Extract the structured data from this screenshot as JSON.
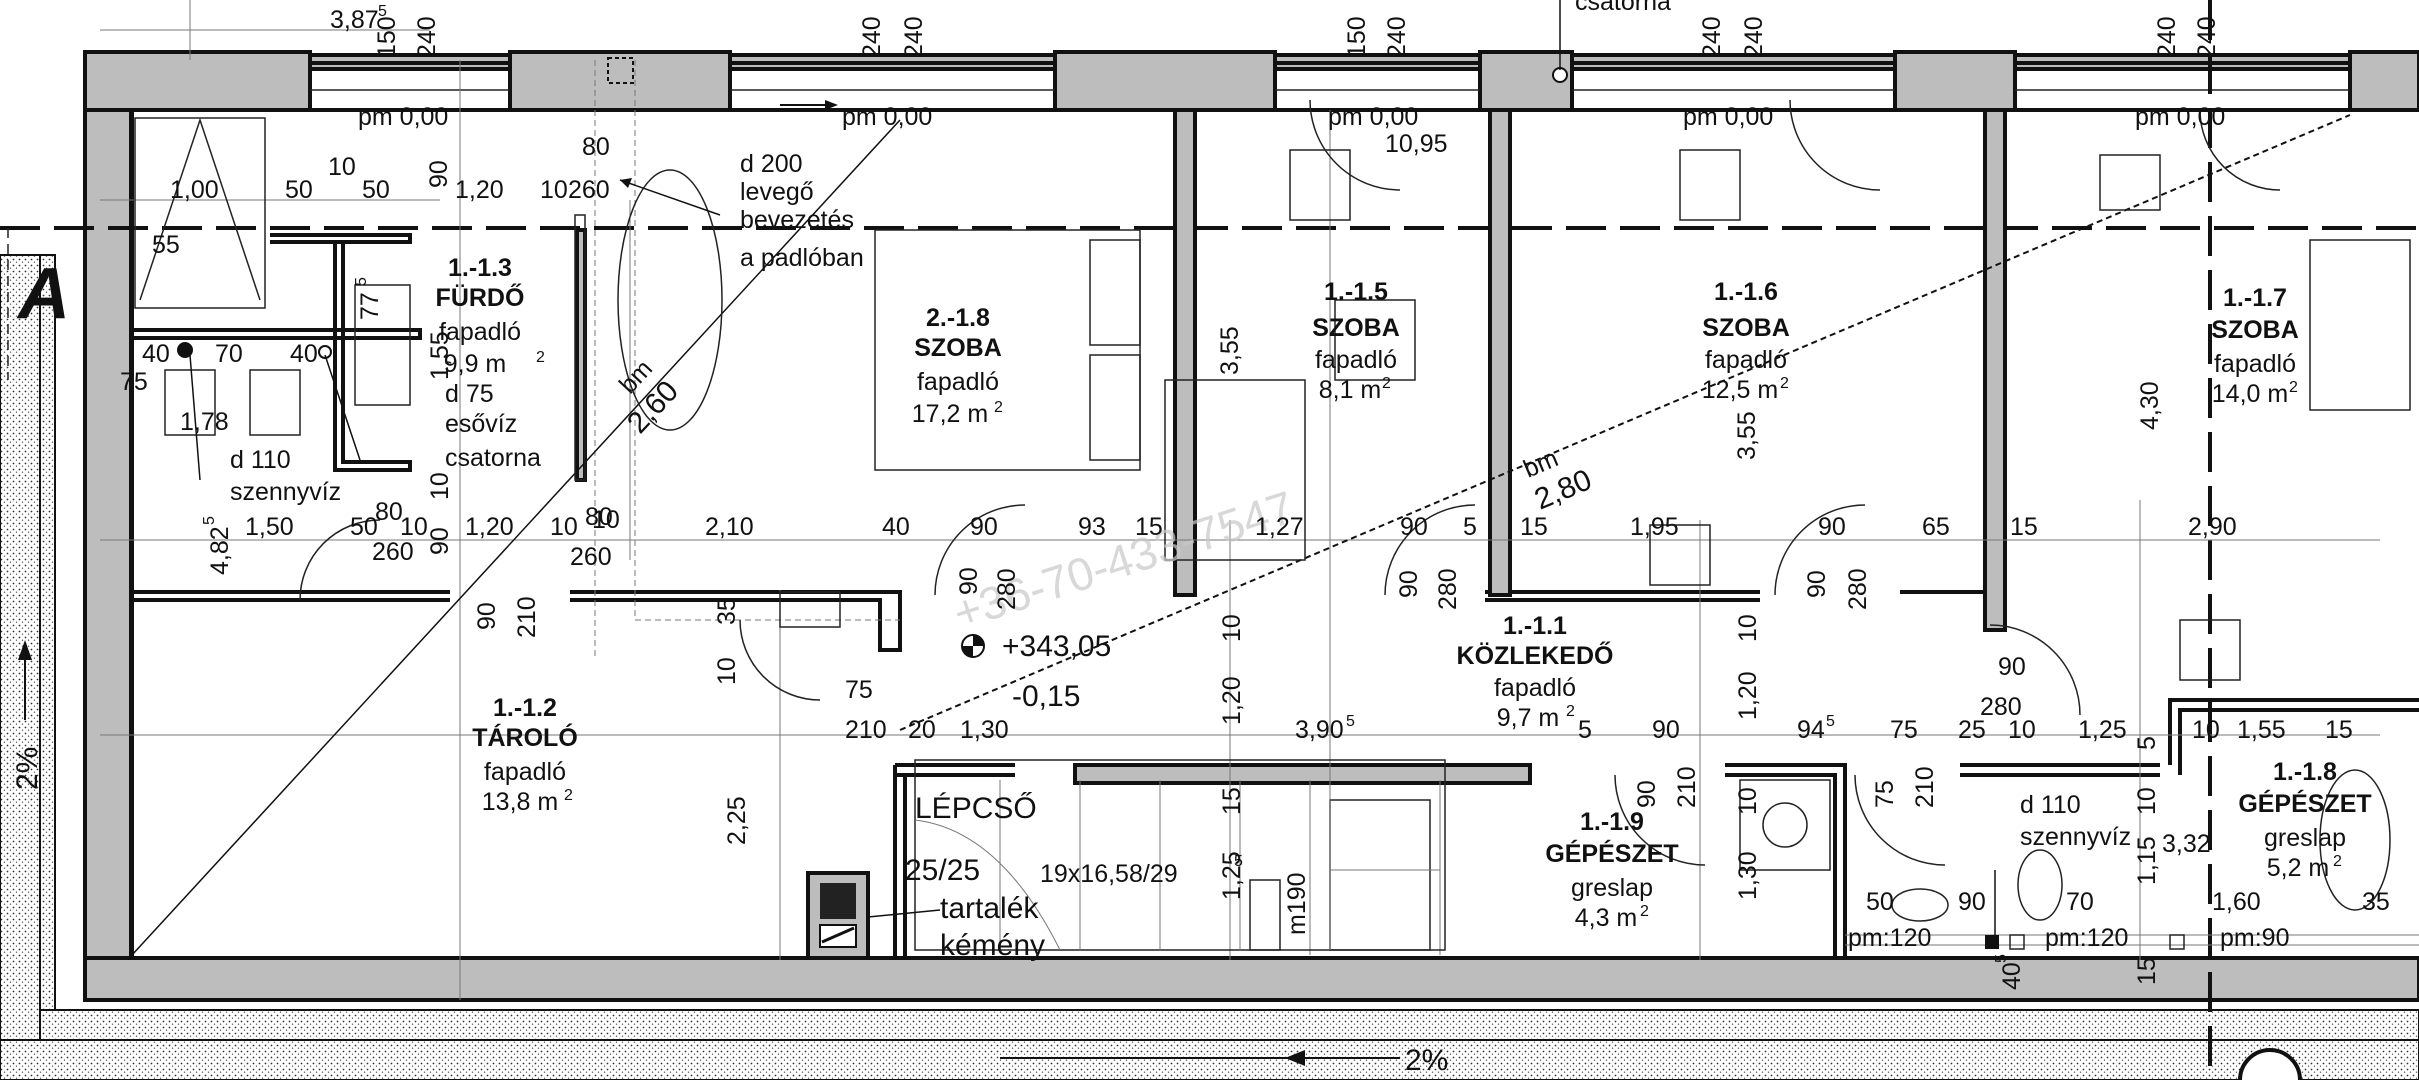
{
  "axis_label": "A",
  "slope_left": "2%",
  "slope_bottom": "2%",
  "watermark": "+36-70-433-7547",
  "top_labels": {
    "dim_387": "3,87",
    "dim_387_sup": "5",
    "chan_top": "csatorna",
    "w150a": "150",
    "w240a": "240",
    "w240b": "240",
    "w240c": "240",
    "w150b": "150",
    "w240d": "240",
    "w240e": "240",
    "w240f": "240",
    "w240g": "240",
    "w240h": "240",
    "pm1": "pm 0,00",
    "pm2": "pm 0,00",
    "pm3": "pm 0,00",
    "pm4": "pm 0,00",
    "pm5": "pm 0,00",
    "d1095": "10,95"
  },
  "notes": {
    "d200": "d 200",
    "levego": "levegő",
    "bevezetes": "bevezetés",
    "padloban": "a padlóban",
    "d75": "d 75",
    "esoviz": "esővíz",
    "csatorna": "csatorna",
    "d110": "d 110",
    "szennyviz": "szennyvíz",
    "d110b": "d 110",
    "szennyvizb": "szennyvíz",
    "bm1": "bm",
    "bm1v": "2,60",
    "bm2": "bm",
    "bm2v": "2,80",
    "level1": "+343,05",
    "level2": "-0,15",
    "lepcso": "LÉPCSŐ",
    "k2525": "25/25",
    "tartalek": "tartalék",
    "kemeny": "kémény",
    "stair": "19x16,58/29",
    "stair_sup": "5",
    "m190": "m190",
    "pm120a": "pm:120",
    "pm120b": "pm:120",
    "pm90": "pm:90"
  },
  "rooms": [
    {
      "id": "1.-1.3",
      "name": "FÜRDŐ",
      "floor": "fapadló",
      "area": "9,9 m",
      "sup": "2"
    },
    {
      "id": "2.-1.8",
      "name": "SZOBA",
      "floor": "fapadló",
      "area": "17,2 m",
      "sup": "2"
    },
    {
      "id": "1.-1.5",
      "name": "SZOBA",
      "floor": "fapadló",
      "area": "8,1 m",
      "sup": "2"
    },
    {
      "id": "1.-1.6",
      "name": "SZOBA",
      "floor": "fapadló",
      "area": "12,5 m",
      "sup": "2"
    },
    {
      "id": "1.-1.7",
      "name": "SZOBA",
      "floor": "fapadló",
      "area": "14,0 m",
      "sup": "2"
    },
    {
      "id": "1.-1.2",
      "name": "TÁROLÓ",
      "floor": "fapadló",
      "area": "13,8 m",
      "sup": "2"
    },
    {
      "id": "1.-1.1",
      "name": "KÖZLEKEDŐ",
      "floor": "fapadló",
      "area": "9,7 m",
      "sup": "2"
    },
    {
      "id": "1.-1.9",
      "name": "GÉPÉSZET",
      "floor": "greslap",
      "area": "4,3 m",
      "sup": "2"
    },
    {
      "id": "1.-1.8",
      "name": "GÉPÉSZET",
      "floor": "greslap",
      "area": "5,2 m",
      "sup": "2"
    }
  ],
  "dims": {
    "a100": "1,00",
    "a50": "50",
    "a50b": "50",
    "a10": "10",
    "a90": "90",
    "a120": "1,20",
    "a10b": "10",
    "a260": "260",
    "a80": "80",
    "a55": "55",
    "a775": "77",
    "a775s": "5",
    "a40": "40",
    "a70": "70",
    "a40b": "40",
    "a75": "75",
    "a178": "1,78",
    "a155": "1,55",
    "a10v": "10",
    "a80b": "80",
    "a10c": "10",
    "a80c": "80",
    "b4825": "4,82",
    "b4825s": "5",
    "b150": "1,50",
    "b50": "50",
    "b10": "10",
    "b260": "260",
    "b90": "90",
    "b120": "1,20",
    "b10b": "10",
    "b260b": "260",
    "b210": "2,10",
    "b40": "40",
    "b90b": "90",
    "b93": "93",
    "b15": "15",
    "b127": "1,27",
    "b90c": "90",
    "b5": "5",
    "b15b": "15",
    "b195": "1,95",
    "b90d": "90",
    "b65": "65",
    "b15c": "15",
    "b290": "2,90",
    "c355": "3,55",
    "c355b": "3,55",
    "c430": "4,30",
    "d90": "90",
    "d210": "210",
    "d35": "35",
    "d10": "10",
    "d90b": "90",
    "d280": "280",
    "d10b": "10",
    "d90c": "90",
    "d280b": "280",
    "d10c": "10",
    "d90d": "90",
    "d280c": "280",
    "d90e": "90",
    "d280d": "280",
    "e75": "75",
    "e210": "210",
    "e20": "20",
    "e130": "1,30",
    "e3905": "3,90",
    "e3905s": "5",
    "e5": "5",
    "e90": "90",
    "e945": "94",
    "e945s": "5",
    "e75b": "75",
    "e25": "25",
    "e10": "10",
    "e125": "1,25",
    "e5b": "5",
    "e10b": "10",
    "e155": "1,55",
    "e15": "15",
    "f120": "1,20",
    "f120b": "1,20",
    "f225": "2,25",
    "g15": "15",
    "g125": "1,25",
    "g90": "90",
    "g210": "210",
    "g10": "10",
    "g130": "1,30",
    "g75": "75",
    "g210b": "210",
    "g10b": "10",
    "g115": "1,15",
    "g332": "3,32",
    "h50": "50",
    "h90": "90",
    "h70": "70",
    "h160": "1,60",
    "h35": "35",
    "h405": "40",
    "h405s": "5",
    "h15": "15"
  }
}
